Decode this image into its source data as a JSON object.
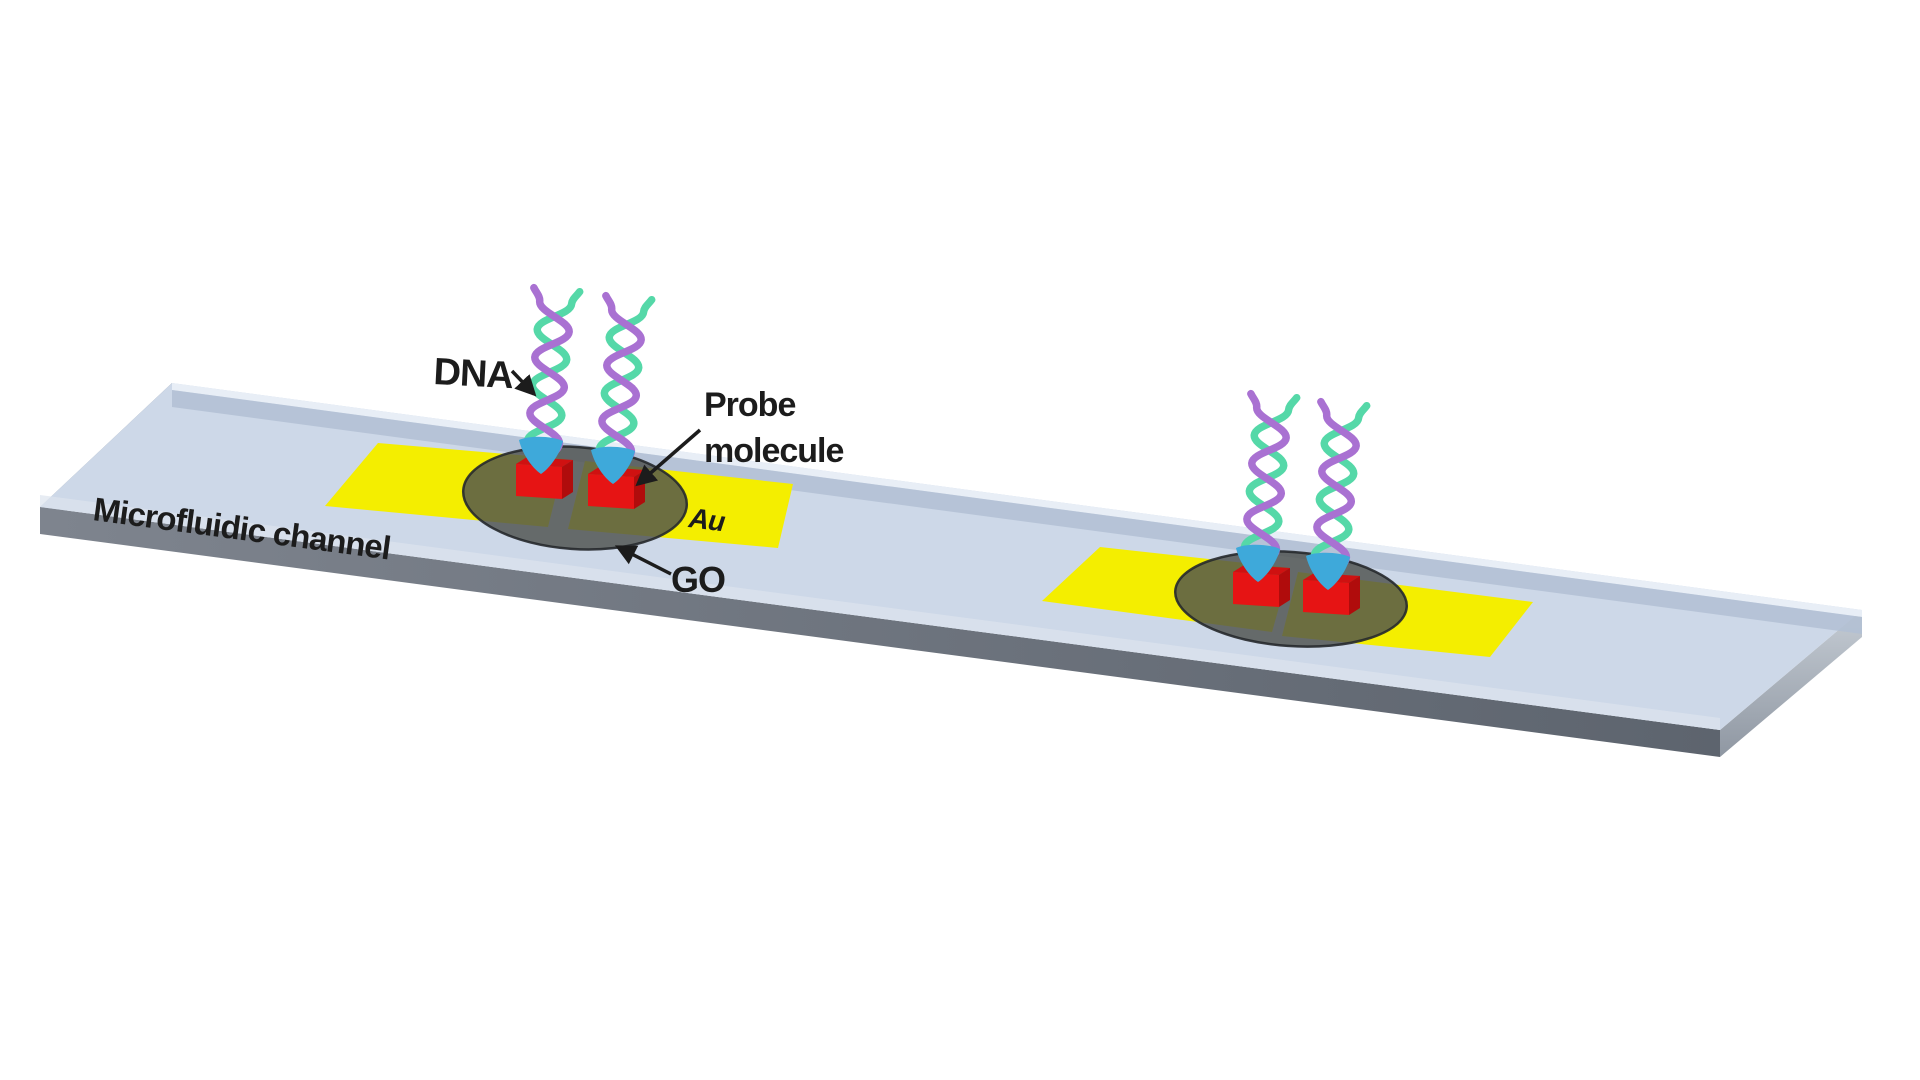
{
  "figure": {
    "title": "Microfluidic DNA biosensor schematic",
    "background": "#ffffff",
    "labels": {
      "dna": "DNA",
      "probe_molecule_line1": "Probe",
      "probe_molecule_line2": "molecule",
      "microfluidic_channel": "Microfluidic channel",
      "gold_electrode": "Au",
      "graphene_oxide": "GO"
    },
    "colors": {
      "chip_top": "#cdd8e8",
      "chip_rim_highlight": "#e8eef6",
      "chip_rim_shadow": "#b2c0d3",
      "chip_front_face_left": "#7e848e",
      "chip_front_face_right": "#5d646e",
      "chip_left_face": "#76818e",
      "chip_right_face": "#aeb6c0",
      "electrode_yellow": "#f4ee00",
      "go_flake": "#4e524e",
      "go_outline": "#26292c",
      "cube_red": "#e61414",
      "cube_red_dark": "#b00c0c",
      "probe_blue": "#3ea9da",
      "dna_strand_teal": "#55d8a8",
      "dna_strand_purple": "#a971d2",
      "annotation_black": "#1c1c1c"
    },
    "components": {
      "sensor_sites": 2,
      "dna_strands_per_site": 2,
      "probe_cubes_per_site": 2,
      "go_flakes": 2,
      "gold_electrode_pads": 4
    }
  }
}
